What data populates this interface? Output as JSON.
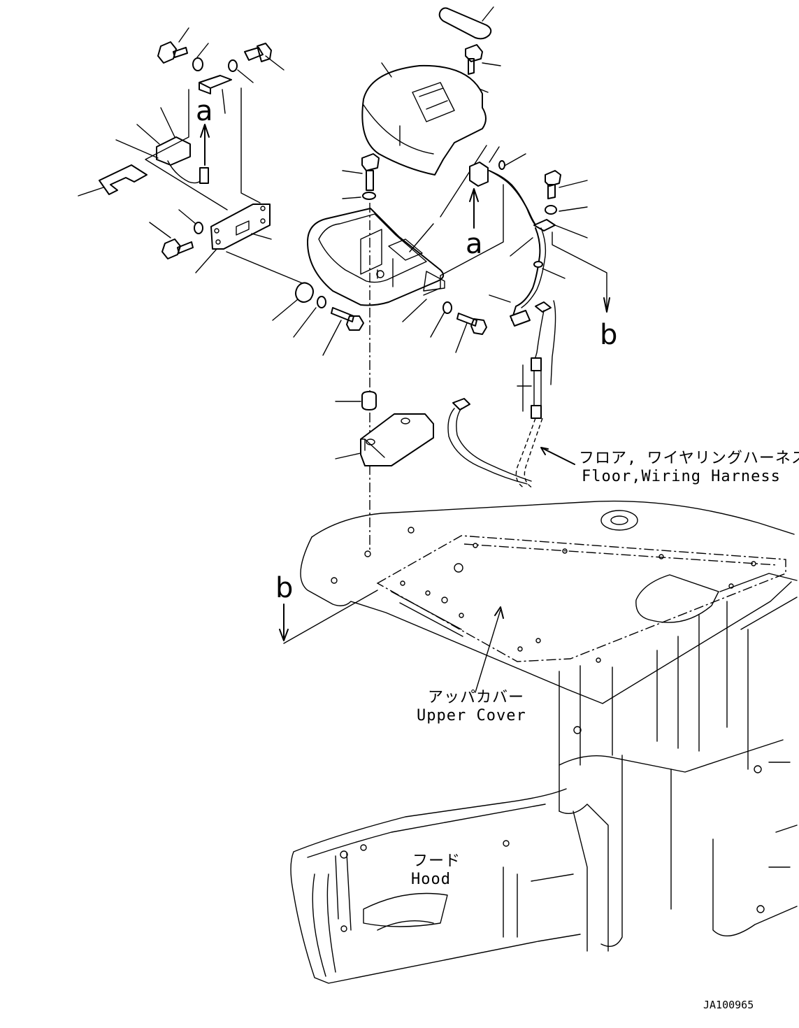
{
  "labels": {
    "floor_harness_jp": "フロア, ワイヤリングハーネス",
    "floor_harness_en": "Floor,Wiring Harness",
    "upper_cover_jp": "アッパカバー",
    "upper_cover_en": "Upper Cover",
    "hood_jp": "フード",
    "hood_en": "Hood",
    "drawing_number": "JA100965"
  },
  "view_markers": {
    "a": "a",
    "b": "b"
  }
}
